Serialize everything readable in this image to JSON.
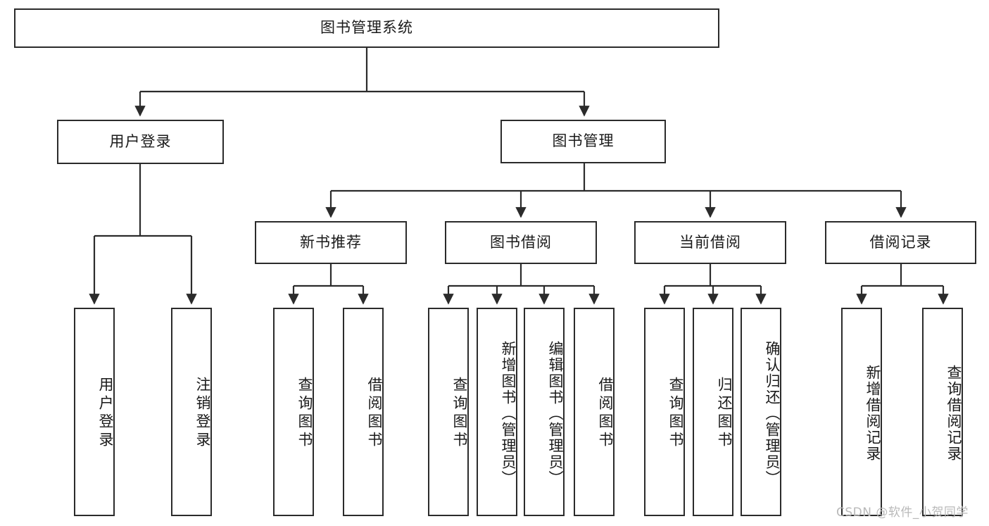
{
  "diagram": {
    "type": "tree-hierarchy",
    "title": "图书管理系统",
    "orientation": "top-down",
    "watermark": "CSDN @软件_小贺同学",
    "colors": {
      "box_border": "#2b2b2b",
      "box_fill": "#ffffff",
      "connector": "#2b2b2b",
      "text": "#1a1a1a",
      "watermark": "#b9b9b9",
      "background": "#ffffff"
    },
    "nodes": {
      "root": {
        "label": "图书管理系统"
      },
      "level2": [
        {
          "id": "user-login",
          "label": "用户登录"
        },
        {
          "id": "book-manage",
          "label": "图书管理"
        }
      ],
      "level3": [
        {
          "id": "new-book-recommend",
          "label": "新书推荐"
        },
        {
          "id": "book-borrow",
          "label": "图书借阅"
        },
        {
          "id": "current-borrow",
          "label": "当前借阅"
        },
        {
          "id": "borrow-record",
          "label": "借阅记录"
        }
      ],
      "leaves": {
        "user_login": [
          {
            "id": "leaf-user-login",
            "label": "用户登录"
          },
          {
            "id": "leaf-logout-login",
            "label": "注销登录"
          }
        ],
        "new_book_recommend": [
          {
            "id": "leaf-query-book-1",
            "label": "查询图书"
          },
          {
            "id": "leaf-borrow-book-1",
            "label": "借阅图书"
          }
        ],
        "book_borrow": [
          {
            "id": "leaf-query-book-2",
            "label": "查询图书"
          },
          {
            "id": "leaf-add-book-admin",
            "label": "新增图书（管理员）"
          },
          {
            "id": "leaf-edit-book-admin",
            "label": "编辑图书（管理员）"
          },
          {
            "id": "leaf-borrow-book-2",
            "label": "借阅图书"
          }
        ],
        "current_borrow": [
          {
            "id": "leaf-query-book-3",
            "label": "查询图书"
          },
          {
            "id": "leaf-return-book",
            "label": "归还图书"
          },
          {
            "id": "leaf-confirm-return-admin",
            "label": "确认归还（管理员）"
          }
        ],
        "borrow_record": [
          {
            "id": "leaf-add-borrow-record",
            "label": "新增借阅记录"
          },
          {
            "id": "leaf-query-borrow-record",
            "label": "查询借阅记录"
          }
        ]
      }
    }
  }
}
